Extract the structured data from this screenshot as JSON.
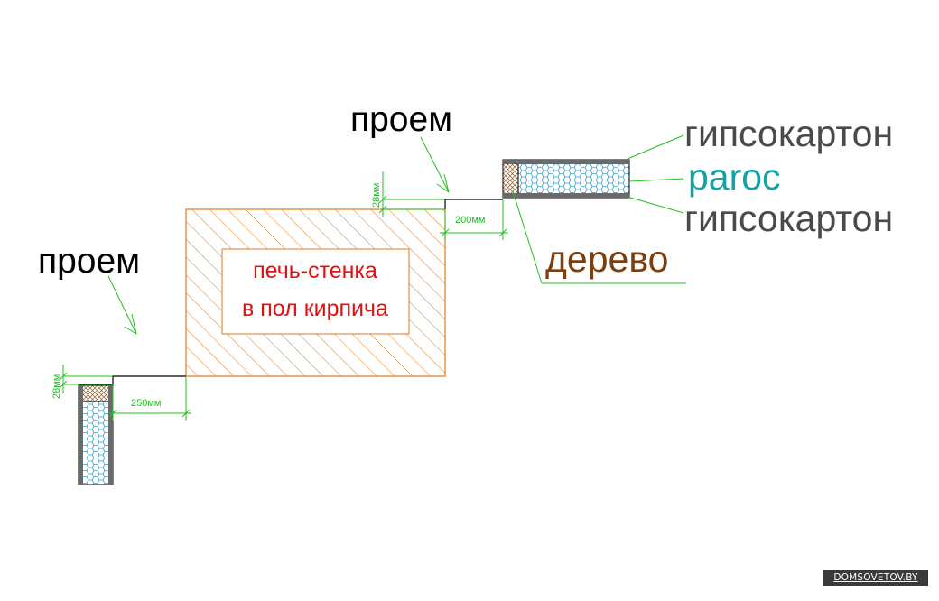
{
  "labels": {
    "opening_left": "проем",
    "opening_top": "проем",
    "stove_line1": "печь-стенка",
    "stove_line2": "в пол кирпича",
    "drywall_top": "гипсокартон",
    "insulation": "paroc",
    "drywall_bottom": "гипсокартон",
    "wood": "дерево"
  },
  "dimensions": {
    "gap_left_thickness": "28мм",
    "gap_left_width": "250мм",
    "gap_top_thickness": "28мм",
    "gap_top_width": "200мм"
  },
  "watermark": "DOMSOVETOV.BY",
  "colors": {
    "line": "#000000",
    "dimension": "#22c022",
    "brick": "#e07a1f",
    "stove_text": "#e01010",
    "insulation_text": "#13a3a3",
    "drywall_text": "#4a4a4a",
    "wood_text": "#7a3f10",
    "honeycomb": "#3aa0c8",
    "wood_hatch": "#8a5a2a",
    "panel_edge": "#555555"
  }
}
